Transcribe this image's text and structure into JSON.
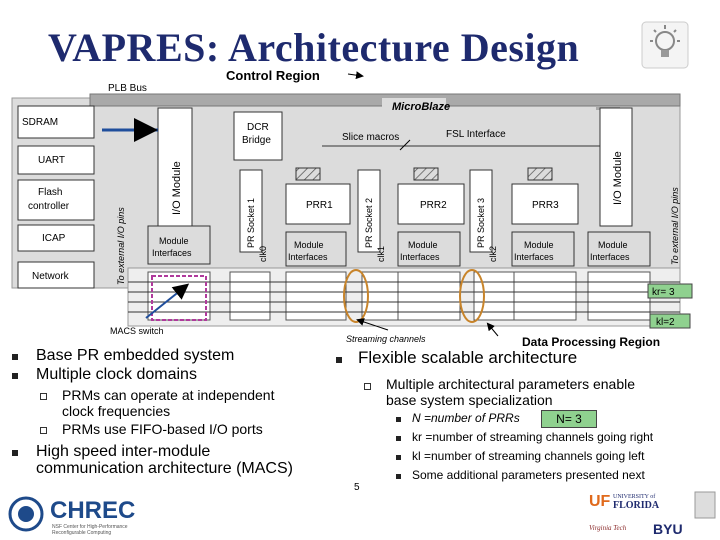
{
  "title": "VAPRES: Architecture Design",
  "diagram": {
    "control_region": "Control Region",
    "plb_bus": "PLB Bus",
    "microblaze": "MicroBlaze",
    "sdram": "SDRAM",
    "uart": "UART",
    "flash": "Flash controller",
    "icap": "ICAP",
    "network": "Network",
    "external_io_left": "To external I/O pins",
    "external_io_right": "To external I/O pins",
    "io_module_left": "I/O Module",
    "io_module_right": "I/O Module",
    "dcr_bridge": "DCR Bridge",
    "slice_macros": "Slice macros",
    "fsl_interface": "FSL Interface",
    "pr_sockets": [
      "PR Socket 1",
      "PR Socket 2",
      "PR Socket 3"
    ],
    "prrs": [
      "PRR1",
      "PRR2",
      "PRR3"
    ],
    "clocks": [
      "clk0",
      "clk1",
      "clk2"
    ],
    "module_interfaces": "Module Interfaces",
    "macs_switch": "MACS switch",
    "streaming_channels": "Streaming channels",
    "data_processing_region": "Data Processing Region",
    "kr": "kr= 3",
    "kl": "kl=2"
  },
  "bullets": {
    "left": [
      {
        "text": "Base PR embedded system",
        "level": 1
      },
      {
        "text": "Multiple clock domains",
        "level": 1
      },
      {
        "text": "PRMs can operate at independent",
        "level": 2
      },
      {
        "text": "clock frequencies",
        "level": 2,
        "continuation": true
      },
      {
        "text": "PRMs use FIFO-based I/O ports",
        "level": 2
      },
      {
        "text": "High speed inter-module",
        "level": 1
      },
      {
        "text": "communication architecture (MACS)",
        "level": 1,
        "continuation": true
      }
    ],
    "right": [
      {
        "text": "Flexible scalable architecture",
        "level": 1
      },
      {
        "text": "Multiple architectural parameters enable",
        "level": 2
      },
      {
        "text": "base system specialization",
        "level": 2,
        "continuation": true
      },
      {
        "text": "N =number of PRRs",
        "level": 3
      },
      {
        "text": "kr =number of streaming channels going right",
        "level": 3
      },
      {
        "text": "kl =number of streaming channels going left",
        "level": 3
      },
      {
        "text": "Some additional parameters presented next",
        "level": 3
      }
    ],
    "n_badge": "N= 3"
  },
  "page_number": "5",
  "footer": {
    "chrec": "CHREC",
    "chrec_sub1": "NSF Center for High-Performance",
    "chrec_sub2": "Reconfigurable Computing",
    "uf1": "UF",
    "uf2": "UNIVERSITY of",
    "uf3": "FLORIDA",
    "byu": "BYU",
    "vt": "Virginia Tech"
  },
  "colors": {
    "title": "#1e2a6e",
    "region_fill": "#dcdcdc",
    "bus_fill": "#a9a9a9",
    "arrow_blue": "#1f4e9c",
    "badge_green": "#8fd18f",
    "channel_orange": "#c8842a",
    "switch_magenta": "#b03a9c"
  }
}
